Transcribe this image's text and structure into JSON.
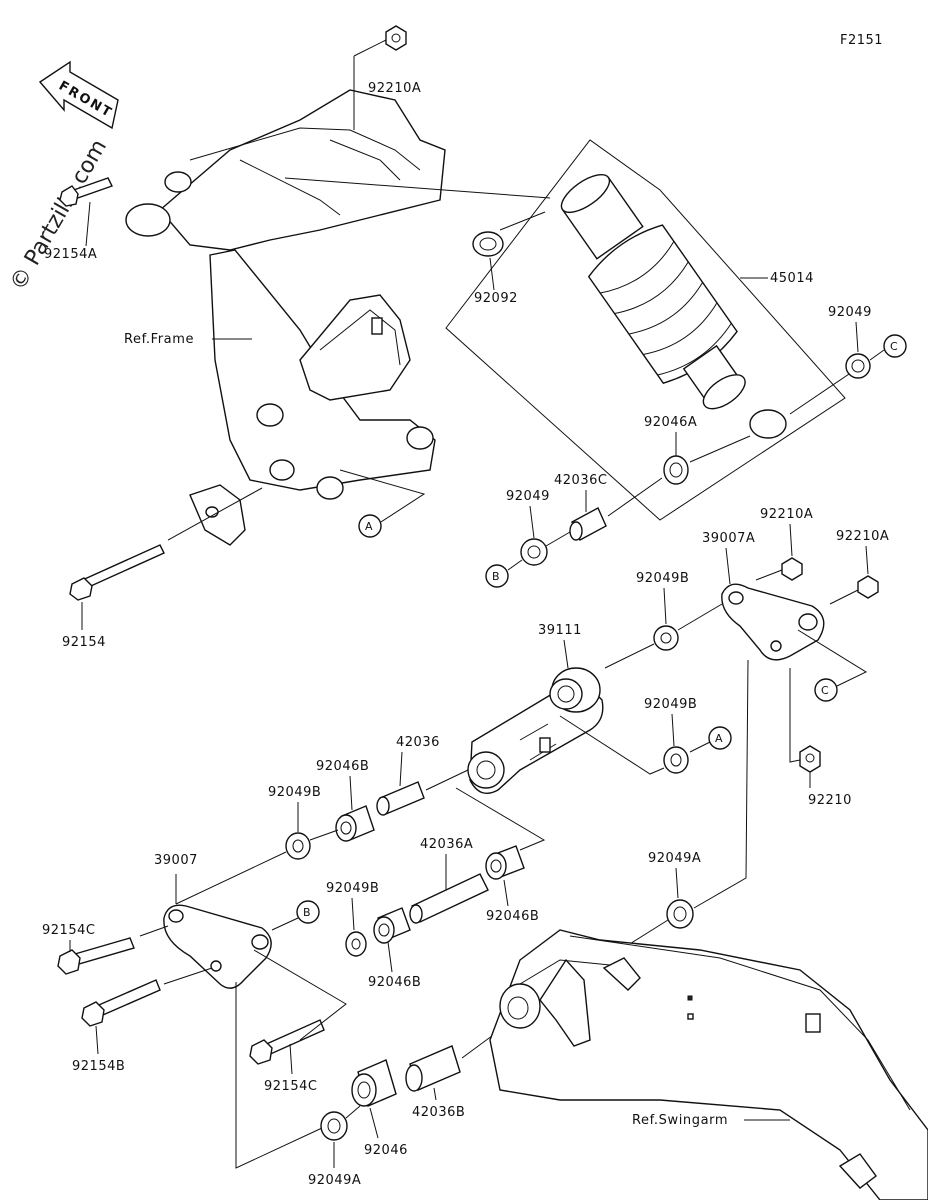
{
  "figure_code": "F2151",
  "watermark": "© Partzilla.com",
  "front_label": "FRONT",
  "refs": {
    "frame": "Ref.Frame",
    "swingarm": "Ref.Swingarm"
  },
  "callouts": {
    "a": "A",
    "b": "B",
    "c": "C"
  },
  "labels": {
    "l92210A_top": "92210A",
    "l92154A": "92154A",
    "l92092": "92092",
    "l45014": "45014",
    "l92049_top": "92049",
    "l92046A": "92046A",
    "l42036C": "42036C",
    "l92049_mid": "92049",
    "l92210A_r1": "92210A",
    "l92210A_r2": "92210A",
    "l39007A": "39007A",
    "l92049B_1": "92049B",
    "l92154": "92154",
    "l39111": "39111",
    "l92049B_2": "92049B",
    "l42036": "42036",
    "l92046B_1": "92046B",
    "l92049B_3": "92049B",
    "l92210": "92210",
    "l39007": "39007",
    "l42036A": "42036A",
    "l92049B_4": "92049B",
    "l92046B_2": "92046B",
    "l92049A_r": "92049A",
    "l92154C_1": "92154C",
    "l92046B_3": "92046B",
    "l92154B": "92154B",
    "l92154C_2": "92154C",
    "l42036B": "42036B",
    "l92046": "92046",
    "l92049A_b": "92049A"
  }
}
